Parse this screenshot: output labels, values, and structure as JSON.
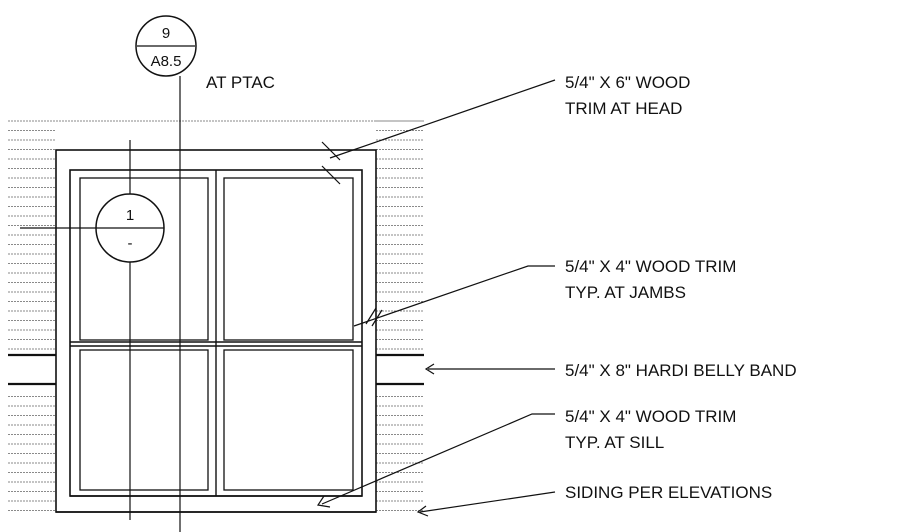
{
  "detail_tag": {
    "number": "9",
    "sheet": "A8.5",
    "note": "AT PTAC"
  },
  "section_tag": {
    "number": "1",
    "sheet": "-"
  },
  "callouts": [
    {
      "line1": "5/4\" X 6\" WOOD",
      "line2": "TRIM AT HEAD"
    },
    {
      "line1": "5/4\" X 4\" WOOD TRIM",
      "line2": "TYP. AT JAMBS"
    },
    {
      "line1": "5/4\" X 8\" HARDI BELLY BAND"
    },
    {
      "line1": "5/4\" X 4\" WOOD TRIM",
      "line2": "TYP. AT SILL"
    },
    {
      "line1": "SIDING PER ELEVATIONS"
    }
  ],
  "colors": {
    "line": "#111111",
    "siding": "#8a8a8a",
    "background": "#ffffff"
  }
}
